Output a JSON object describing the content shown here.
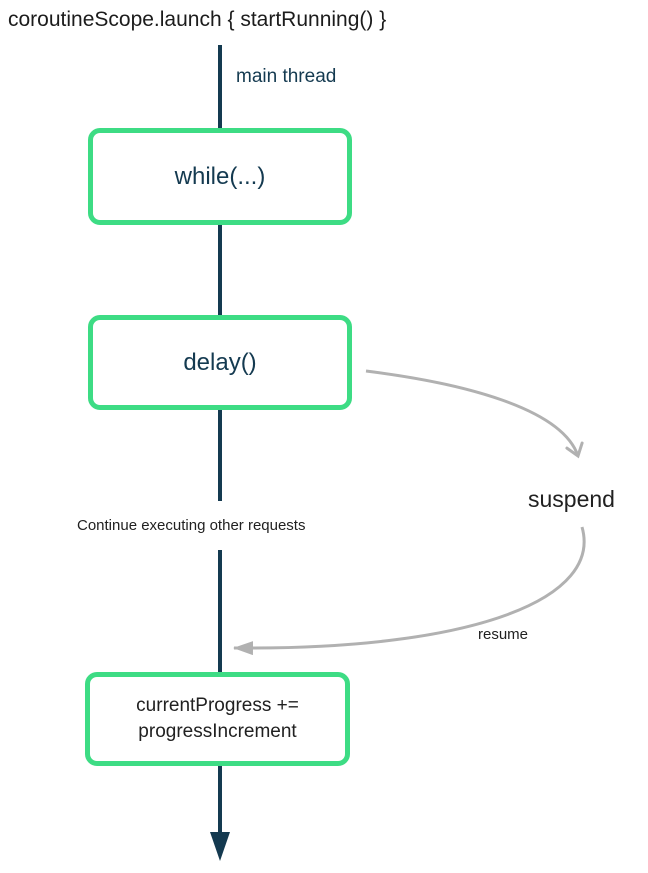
{
  "diagram": {
    "title": "coroutineScope.launch { startRunning() }",
    "thread_label": "main thread",
    "nodes": [
      {
        "id": "while",
        "label": "while(...)"
      },
      {
        "id": "delay",
        "label": "delay()"
      },
      {
        "id": "progress",
        "label_line1": "currentProgress +=",
        "label_line2": "progressIncrement"
      }
    ],
    "labels": {
      "continue": "Continue executing other requests",
      "suspend": "suspend",
      "resume": "resume"
    },
    "colors": {
      "thread_line": "#143a50",
      "node_border": "#3ddc84",
      "node_text": "#143a50",
      "arrow": "#b1b1b1",
      "title_text": "#1c1c1c",
      "annotation_text": "#212121"
    }
  }
}
